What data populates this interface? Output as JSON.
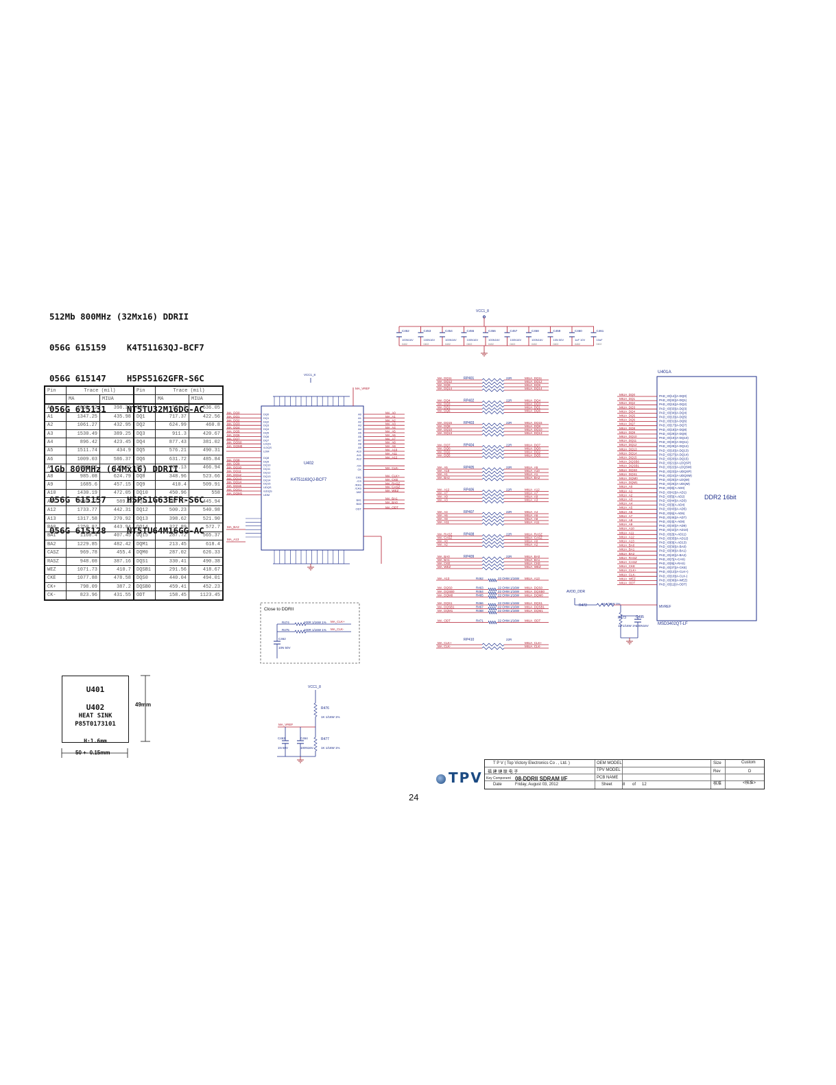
{
  "part_groups": [
    {
      "header": "512Mb 800MHz (32Mx16) DDRII",
      "parts": [
        "056G 615159    K4T51163QJ-BCF7",
        "056G 615147    H5PS5162GFR-S6C",
        "056G 615131    NT5TU32M16DG-AC"
      ]
    },
    {
      "header": "1Gb 800MHz (64Mx16) DDRII",
      "parts": [
        "056G 615157    H5PS1G63EFR-S6C",
        "056G 615128    NT5TU64M16GG-AC"
      ]
    }
  ],
  "trace_table": {
    "header1": [
      "Pin",
      "Trace (mil)",
      "Pin",
      "Trace (mil)"
    ],
    "header2": [
      "",
      "MA",
      "MIUA",
      "",
      "MA",
      "MIUA"
    ],
    "rows": [
      [
        "A0",
        "1003.72",
        "398.31",
        "DQ0",
        "534.9",
        "536.05"
      ],
      [
        "A1",
        "1347.25",
        "435.98",
        "DQ1",
        "717.37",
        "422.56"
      ],
      [
        "A2",
        "1061.27",
        "432.95",
        "DQ2",
        "624.99",
        "460.8"
      ],
      [
        "A3",
        "1530.49",
        "389.25",
        "DQ3",
        "911.3",
        "420.67"
      ],
      [
        "A4",
        "896.42",
        "423.45",
        "DQ4",
        "877.43",
        "381.02"
      ],
      [
        "A5",
        "1511.74",
        "434.9",
        "DQ5",
        "576.21",
        "490.31"
      ],
      [
        "A6",
        "1009.03",
        "586.37",
        "DQ6",
        "631.72",
        "485.84"
      ],
      [
        "A7",
        "1684.96",
        "410.45",
        "DQ7",
        "469.13",
        "466.94"
      ],
      [
        "A8",
        "985.08",
        "624.79",
        "DQ8",
        "348.96",
        "523.66"
      ],
      [
        "A9",
        "1685.6",
        "457.15",
        "DQ9",
        "410.4",
        "509.91"
      ],
      [
        "A10",
        "1430.19",
        "472.05",
        "DQ10",
        "450.96",
        "558"
      ],
      [
        "A11",
        "1040.77",
        "589.9",
        "DQ11",
        "607.77",
        "445.94"
      ],
      [
        "A12",
        "1733.77",
        "442.31",
        "DQ12",
        "500.23",
        "540.98"
      ],
      [
        "A13",
        "1317.58",
        "270.92",
        "DQ13",
        "398.62",
        "521.90"
      ],
      [
        "BA0",
        "1250.87",
        "443.94",
        "DQ14",
        "327.89",
        "572.7"
      ],
      [
        "BA1",
        "1160.4",
        "407.45",
        "DQ15",
        "287.72",
        "565.37"
      ],
      [
        "BA2",
        "1229.85",
        "482.42",
        "DQM1",
        "213.45",
        "618.4"
      ],
      [
        "CASZ",
        "969.78",
        "455.4",
        "DQM0",
        "287.02",
        "626.33"
      ],
      [
        "RASZ",
        "948.08",
        "387.16",
        "DQS1",
        "330.41",
        "490.38"
      ],
      [
        "WEZ",
        "1071.73",
        "410.7",
        "DQSB1",
        "291.56",
        "418.67"
      ],
      [
        "CKE",
        "1077.88",
        "478.58",
        "DQS0",
        "440.04",
        "494.01"
      ],
      [
        "CK+",
        "798.09",
        "387.2",
        "DQSB0",
        "459.41",
        "452.23"
      ],
      [
        "CK-",
        "823.96",
        "431.55",
        "ODT",
        "158.45",
        "1123.45"
      ]
    ]
  },
  "heatsink": {
    "line1": "U401",
    "line2": "U402",
    "line3": "HEAT SINK",
    "line4": "P85T0173101",
    "line5": "H:1.6mm",
    "height_dim": "49mm",
    "width_dim": "50 +- 0.15mm"
  },
  "schematic": {
    "vcc_label": "VCC1_8",
    "decap_labels": [
      "C452",
      "C453",
      "C454",
      "C455",
      "C456",
      "C457",
      "C458",
      "C459",
      "C460",
      "C461"
    ],
    "decap_values": [
      "100N16V",
      "100N16V",
      "100N16V",
      "100N16V",
      "100N16V",
      "100N16V",
      "100N16V",
      "10N 50V",
      "1uF 10V",
      "10uF"
    ],
    "decap_pkg": "0402",
    "u402_ref": "U402",
    "u402_part": "K4T51163QJ-BCF7",
    "ma_vref": "MA_VREF",
    "u402_left_nets": [
      "MA_DQ0",
      "MA_DQ1",
      "MA_DQ2",
      "MA_DQ3",
      "MA_DQ4",
      "MA_DQ5",
      "MA_DQ6",
      "MA_DQ7",
      "MA_DQS0",
      "MA_DQM0",
      "",
      "MA_DQ8",
      "MA_DQ9",
      "MA_DQ10",
      "MA_DQ11",
      "MA_DQ12",
      "MA_DQ13",
      "MA_DQ14",
      "MA_DQ15",
      "MA_DQS1",
      "MA_DQM1"
    ],
    "u402_left_pins": [
      "DQ0",
      "DQ1",
      "DQ2",
      "DQ3",
      "DQ4",
      "DQ5",
      "DQ6",
      "DQ7",
      "LDQS",
      "/LDQS",
      "LDM",
      "DQ8",
      "DQ9",
      "DQ10",
      "DQ11",
      "DQ12",
      "DQ13",
      "DQ14",
      "DQ15",
      "UDQS",
      "/UDQS",
      "UDM"
    ],
    "u402_right_nets": [
      "MA_A0",
      "MA_A1",
      "MA_A2",
      "MA_A3",
      "MA_A4",
      "MA_A5",
      "MA_A6",
      "MA_A7",
      "MA_A8",
      "MA_A9",
      "MA_A10",
      "MA_A11",
      "MA_A12",
      "MA_CLK-",
      "MA_CLK+",
      "MA_CKE",
      "MA_RASZ",
      "MA_CASZ",
      "MA_WEZ",
      "MA_BA1",
      "MA_BA0",
      "MA_ODT"
    ],
    "u402_right_pins": [
      "A0",
      "A1",
      "A2",
      "A3",
      "A4",
      "A5",
      "A6",
      "A7",
      "A8",
      "A9",
      "A10",
      "A11",
      "A12",
      "/CK",
      "CK",
      "CKE",
      "/CS",
      "/RAS",
      "/CAS",
      "/WE",
      "BA1",
      "BA0",
      "ODT"
    ],
    "ba2_net": "MA_BA2",
    "a13_net": "MA_A13",
    "close_title": "Close to DDRII",
    "close_items": [
      "R474",
      "100R 1/16W 1%",
      "MA_CLK+",
      "R475",
      "100R 1/16W 1%",
      "MA_CLK-",
      "C462",
      "10N 50V"
    ],
    "rp_groups": [
      {
        "ref": "RP401",
        "value": "22R",
        "left": [
          "MA_DQ11",
          "MA_DQ12",
          "MA_DQ9",
          "MA_DQ14"
        ],
        "right": [
          "MIUA_DQ11",
          "MIUA_DQ12",
          "MIUA_DQ9",
          "MIUA_DQ14"
        ]
      },
      {
        "ref": "RP402",
        "value": "22R",
        "left": [
          "MA_DQ4",
          "MA_DQ3",
          "MA_DQ1",
          "MA_DQ6"
        ],
        "right": [
          "MIUA_DQ4",
          "MIUA_DQ3",
          "MIUA_DQ1",
          "MIUA_DQ6"
        ]
      },
      {
        "ref": "RP403",
        "value": "22R",
        "left": [
          "MA_DQ15",
          "MA_DQ8",
          "MA_DQ10",
          "MA_DQ13"
        ],
        "right": [
          "MIUA_DQ15",
          "MIUA_DQ8",
          "MIUA_DQ10",
          "MIUA_DQ13"
        ]
      },
      {
        "ref": "RP404",
        "value": "22R",
        "left": [
          "MA_DQ7",
          "MA_DQ0",
          "MA_DQ2",
          "MA_DQ5"
        ],
        "right": [
          "MIUA_DQ7",
          "MIUA_DQ0",
          "MIUA_DQ2",
          "MIUA_DQ5"
        ]
      },
      {
        "ref": "RP405",
        "value": "22R",
        "left": [
          "MA_A5",
          "MA_A10",
          "MA_A1",
          "MA_BA2"
        ],
        "right": [
          "MIUA_A5",
          "MIUA_A10",
          "MIUA_A1",
          "MIUA_BA2"
        ]
      },
      {
        "ref": "RP406",
        "value": "22R",
        "left": [
          "MA_A12",
          "MA_A7",
          "MA_A9",
          "MA_A3"
        ],
        "right": [
          "MIUA_A12",
          "MIUA_A7",
          "MIUA_A9",
          "MIUA_A3"
        ]
      },
      {
        "ref": "RP407",
        "value": "22R",
        "left": [
          "MA_A4",
          "MA_A6",
          "MA_A8",
          "MA_A11"
        ],
        "right": [
          "MIUA_A4",
          "MIUA_A6",
          "MIUA_A8",
          "MIUA_A11"
        ]
      },
      {
        "ref": "RP408",
        "value": "22R",
        "left": [
          "MA_RASZ",
          "MA_CASZ",
          "MA_A0",
          "MA_A2"
        ],
        "right": [
          "MIUA_RASZ",
          "MIUA_CASZ",
          "MIUA_A0",
          "MIUA_A2"
        ]
      },
      {
        "ref": "RP409",
        "value": "22R",
        "left": [
          "MA_BA0",
          "MA_BA1",
          "MA_CKE",
          "MA_WEZ"
        ],
        "right": [
          "MIUA_BA0",
          "MIUA_BA1",
          "MIUA_CKE",
          "MIUA_WEZ"
        ]
      }
    ],
    "single_r": [
      {
        "left": "MA_A13",
        "ref": "R462",
        "value": "22 OHM 1/16W",
        "right": "MIUA_A13"
      },
      {
        "left": "MA_DQS0",
        "ref": "R463",
        "value": "22 OHM 1/16W",
        "right": "MIUA_DQS0"
      },
      {
        "left": "MA_DQSB0",
        "ref": "R464",
        "value": "22 OHM 1/16W",
        "right": "MIUA_DQSB0"
      },
      {
        "left": "MA_DQM0",
        "ref": "R465",
        "value": "22 OHM 1/16W",
        "right": "MIUA_DQM0"
      },
      {
        "left": "MA_DQS1",
        "ref": "R466",
        "value": "22 OHM 1/16W",
        "right": "MIUA_DQS1"
      },
      {
        "left": "MA_DQSB1",
        "ref": "R467",
        "value": "22 OHM 1/16W",
        "right": "MIUA_DQSB1"
      },
      {
        "left": "MA_DQM1",
        "ref": "R468",
        "value": "22 OHM 1/16W",
        "right": "MIUA_DQM1"
      },
      {
        "left": "MA_ODT",
        "ref": "R471",
        "value": "22 OHM 1/16W",
        "right": "MIUA_ODT"
      }
    ],
    "rp410": {
      "ref": "RP410",
      "value": "22R",
      "left": [
        "MA_CLK+",
        "MA_CLK-"
      ],
      "right": [
        "MIUA_CLK+",
        "MIUA_CLK-"
      ]
    },
    "u401_ref": "U401A",
    "u401_title": "DDR2 16bit",
    "u401_part": "MSD3402QT-LF",
    "u401_nets": [
      "MIUA_DQ0",
      "MIUA_DQ1",
      "MIUA_DQ2",
      "MIUA_DQ3",
      "MIUA_DQ4",
      "MIUA_DQ5",
      "MIUA_DQ6",
      "MIUA_DQ7",
      "MIUA_DQ8",
      "MIUA_DQ9",
      "MIUA_DQ10",
      "MIUA_DQ11",
      "MIUA_DQ12",
      "MIUA_DQ13",
      "MIUA_DQ14",
      "MIUA_DQ15",
      "MIUA_DQSB0",
      "MIUA_DQSB1",
      "MIUA_DQS0",
      "MIUA_DQS1",
      "MIUA_DQM0",
      "MIUA_DQM1",
      "MIUA_A0",
      "MIUA_A1",
      "MIUA_A2",
      "MIUA_A3",
      "MIUA_A4",
      "MIUA_A5",
      "MIUA_A6",
      "MIUA_A7",
      "MIUA_A8",
      "MIUA_A9",
      "MIUA_A10",
      "MIUA_A11",
      "MIUA_A12",
      "MIUA_A13",
      "MIUA_BA0",
      "MIUA_BA1",
      "MIUA_BA2",
      "MIUA_RASZ",
      "MIUA_CASZ",
      "MIUA_CKE",
      "MIUA_CLK+",
      "MIUA_CLK-",
      "MIUA_WEZ",
      "MIUA_ODT"
    ],
    "u401_pins": [
      "PAD_IO[14](A-DQ0)",
      "PAD_IO[32](A-DQ1)",
      "PAD_IO[15](A-DQ2)",
      "PAD_IO[33](A-DQ3)",
      "PAD_IO[34](A-DQ4)",
      "PAD_IO[13](A-DQ5)",
      "PAD_IO[31](A-DQ6)",
      "PAD_IO[17](A-DQ7)",
      "PAD_IO[18](A-DQ8)",
      "PAD_IO[29](A-DQ9)",
      "PAD_IO[19](A-DQ10)",
      "PAD_IO[30](A-DQ11)",
      "PAD_IO[28](A-DQ12)",
      "PAD_IO[16](A-DQ13)",
      "PAD_IO[27](A-DQ14)",
      "PAD_IO[20](A-DQ15)",
      "PAD_IO[21](A-LDQSP)",
      "PAD_IO[22](A-LDQSM)",
      "PAD_IO[23](A-UDQSP)",
      "PAD_IO[24](A-UDQSM)",
      "PAD_IO[25](A-LDQM)",
      "PAD_IO[26](A-UDQM)",
      "PAD_IO[8](A-AD0)",
      "PAD_IO[41](A-AD1)",
      "PAD_IO[5](A-AD2)",
      "PAD_IO[44](A-AD3)",
      "PAD_IO[3](A-AD4)",
      "PAD_IO[43](A-AD5)",
      "PAD_IO[6](A-AD6)",
      "PAD_IO[45](A-AD7)",
      "PAD_IO[4](A-AD8)",
      "PAD_IO[40](A-AD9)",
      "PAD_IO[42](A-AD10)",
      "PAD_IO[2](A-AD11)",
      "PAD_IO[35](A-AD12)",
      "PAD_IO[0](A-AD13)",
      "PAD_IO[39](A-BA0)",
      "PAD_IO[38](A-BA1)",
      "PAD_IO[40](A-BA2)",
      "PAD_IO[7](A-CAS)",
      "PAD_IO[9](A-RAS)",
      "PAD_IO[37](A-CKE)",
      "PAD_IO[12](A-CLK+)",
      "PAD_IO[10](A-CLK-)",
      "PAD_IO[36](A-WEZ)",
      "PAD_IO[11](A-ODT)"
    ],
    "mvref": "MVREF",
    "avdd_label": "AVDD_DDR",
    "r472": [
      "R472",
      "1K 1/16W 1%"
    ],
    "r473": [
      "R473",
      "1K 1/16W 1%"
    ],
    "c495": [
      "C495",
      "100N16V"
    ],
    "vref_circuit": [
      "R476",
      "1K 1/16W 1%",
      "R477",
      "1K 1/16W 1%",
      "C463",
      "1N 50V",
      "C464",
      "100N16V"
    ]
  },
  "title_block": {
    "company": "T P V  ( Top    Victory    Electronics    Co . ,  Ltd. )",
    "company_cn": "福 建 捷 联 电 子",
    "oem_model": "OEM MODEL",
    "tpv_model": "TPV MODEL",
    "pcb_name": "PCB NAME",
    "key_component": "Key Component",
    "sheet_title": "08-DDRII SDRAM I/F",
    "date_label": "Date",
    "date": "Friday, August 03, 2012",
    "sheet_label": "Sheet",
    "sheet": "8",
    "of": "of",
    "total": "12",
    "size_label": "Size",
    "size": "Custom",
    "rev_label": "Rev",
    "rev": "D",
    "approved": "核准",
    "blank": "<核准>",
    "logo": "TPV"
  },
  "page_number": "24",
  "colors": {
    "wire": "#b0162a",
    "net_text": "#b0162a",
    "ink": "#1c2d8a",
    "ground": "#9e1a24"
  }
}
